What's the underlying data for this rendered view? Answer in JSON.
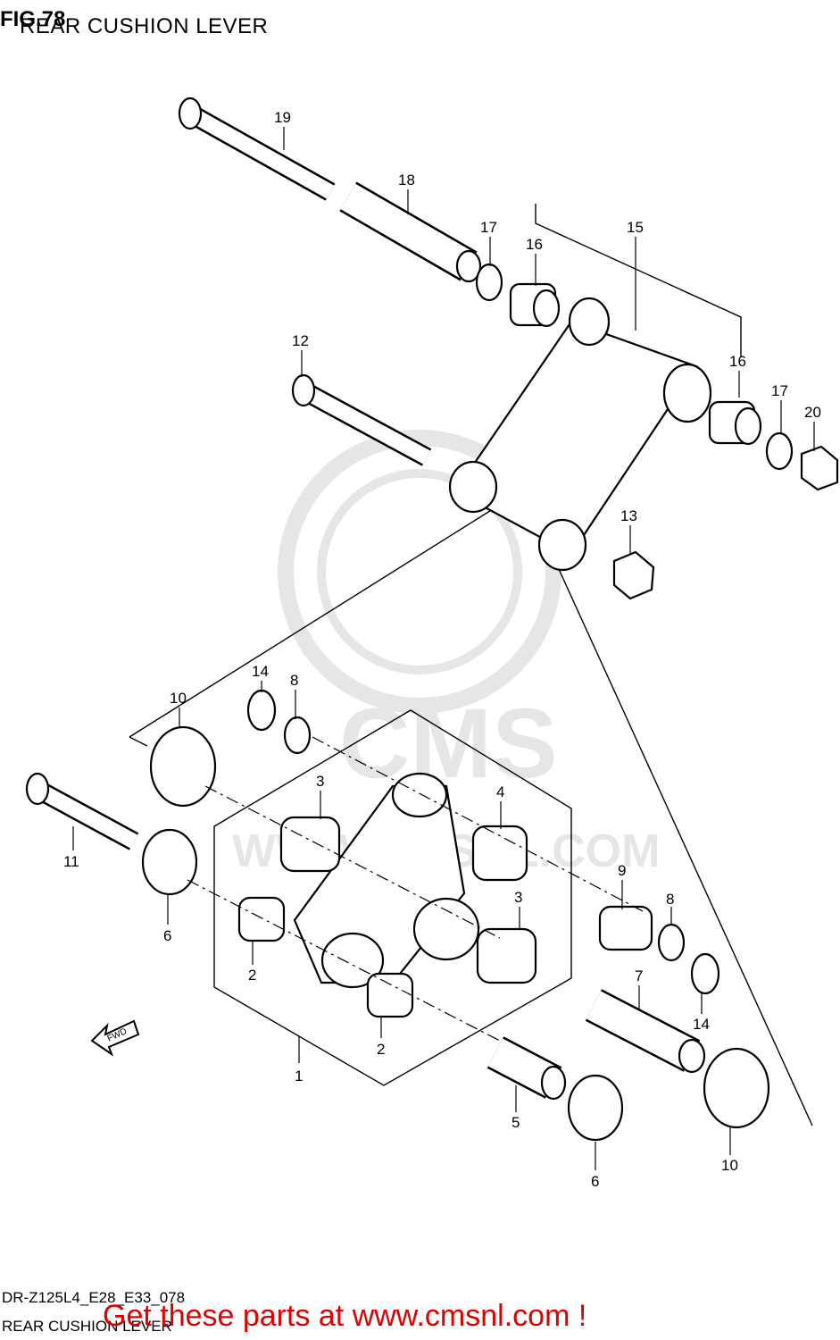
{
  "header": {
    "fig": "FIG.78",
    "title": "REAR CUSHION LEVER"
  },
  "callouts": [
    "19",
    "18",
    "17",
    "16",
    "15",
    "12",
    "16",
    "17",
    "20",
    "13",
    "14",
    "8",
    "10",
    "3",
    "4",
    "11",
    "6",
    "9",
    "8",
    "2",
    "3",
    "7",
    "14",
    "1",
    "2",
    "5",
    "6",
    "10"
  ],
  "watermark": {
    "brand": "CMS",
    "site": "WWW.CMSNL.COM"
  },
  "footer": {
    "model_code": "DR-Z125L4_E28_E33_078",
    "title": "REAR CUSHION LEVER",
    "promo": "Get these parts at www.cmsnl.com !",
    "promo_color": "#e00000"
  },
  "icons": [
    "fwd-arrow-icon"
  ]
}
